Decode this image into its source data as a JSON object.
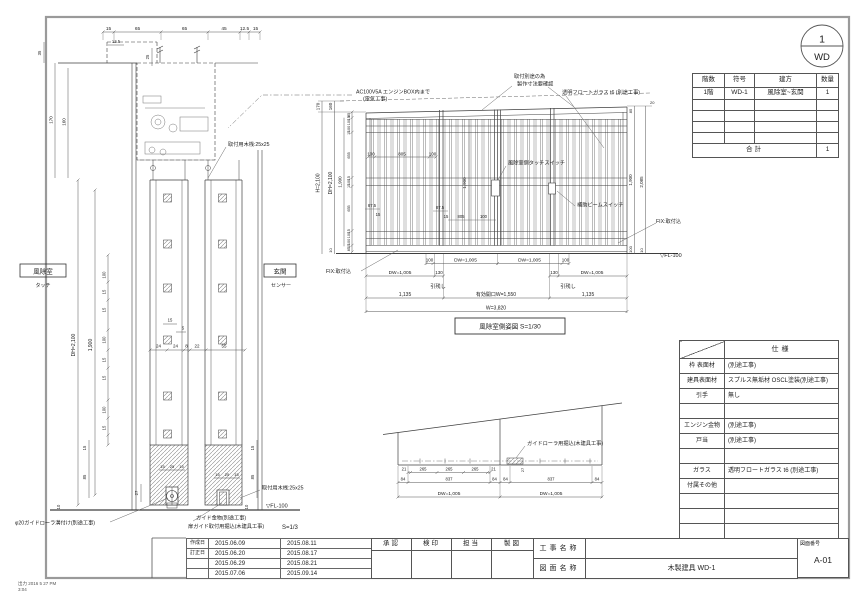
{
  "colors": {
    "frame": "#9a9a9a",
    "line": "#3f3f3f",
    "dim": "#555555"
  },
  "stamp": {
    "line1": "出力 2016 5 27 PM",
    "line2": "3:04"
  },
  "rev": {
    "num": "1",
    "code": "WD"
  },
  "schedule": {
    "h_floor": "階数",
    "h_mark": "符号",
    "h_loc": "建方",
    "h_qty": "数量",
    "r_floor": "1階",
    "r_mark": "WD-1",
    "r_loc": "風除室~玄関",
    "r_qty": "1",
    "total_label": "合計",
    "total_qty": "1"
  },
  "spec": {
    "title": "仕様",
    "rows": [
      {
        "label": "枠 表面材",
        "value": "(別途工事)"
      },
      {
        "label": "建具表面材",
        "value": "スプルス無垢材  OSCL塗装(別途工事)"
      },
      {
        "label": "引手",
        "value": "無し"
      },
      {
        "label": "",
        "value": ""
      },
      {
        "label": "エンジン金物",
        "value": "(別途工事)"
      },
      {
        "label": "戸当",
        "value": "(別途工事)"
      },
      {
        "label": "",
        "value": ""
      },
      {
        "label": "ガラス",
        "value": "透明フロートガラス t6  (別途工事)"
      },
      {
        "label": "付属その他",
        "value": ""
      },
      {
        "label": "",
        "value": ""
      },
      {
        "label": "",
        "value": ""
      },
      {
        "label": "",
        "value": ""
      }
    ]
  },
  "approval": {
    "h1": "承認",
    "h2": "検印",
    "h3": "担当",
    "h4": "製図"
  },
  "dates": {
    "rows": [
      {
        "label": "作成日",
        "d1": "2015.06.09",
        "d2": "2015.08.11"
      },
      {
        "label": "訂正日",
        "d1": "2015.06.20",
        "d2": "2015.08.17"
      },
      {
        "label": "",
        "d1": "2015.06.29",
        "d2": "2015.08.21"
      },
      {
        "label": "",
        "d1": "2015.07.06",
        "d2": "2015.09.14"
      }
    ]
  },
  "titleblock": {
    "project_label": "工事名称",
    "project_value": "",
    "drawing_label": "図面名称",
    "drawing_value": "木製建具  WD-1",
    "no_label": "図面番号",
    "no_value": "A-01"
  },
  "section": {
    "scale": "S=1/3",
    "room_left": "風除室",
    "room_left_sub": "タッチ",
    "room_right": "玄関",
    "room_right_sub": "センサー",
    "note_batten_top": "取付用木桟:25x25",
    "note_batten_bottom": "取付用木桟:25x25",
    "note_roller": "φ20ガイドローラ溝付け(別途工事)",
    "note_guide1": "ガイド金物(別途工事)",
    "note_guide2": "扉ガイド取付用掘込(木建具工事)",
    "fl": "▽FL-100",
    "dim_h2100": "DH=2,100",
    "dim_1900": "1,900",
    "top_chain": [
      "15",
      "65",
      "65",
      "45",
      "12.5",
      "15"
    ],
    "sub_125": "12.5",
    "sub_25": "25",
    "sub_35": "35",
    "sub_170": "170",
    "sub_160": "160",
    "mid_chain": [
      "24",
      "24",
      "8",
      "22",
      "55"
    ],
    "mid_15": "15",
    "mid_5": "5",
    "left_chain": [
      "100",
      "15",
      "15",
      "100",
      "15",
      "15",
      "100",
      "15"
    ],
    "rail_left": [
      "15",
      "25",
      "15"
    ],
    "rail_right": [
      "15",
      "25",
      "15"
    ],
    "d15l": "15",
    "d85l": "85",
    "d27": "27",
    "d10l": "10",
    "d15r": "15",
    "d85r": "85",
    "d10r": "10"
  },
  "elevation": {
    "caption": "風除室側姿図  S=1/30",
    "note_power1": "AC100V5A エンジンBOX内まで",
    "note_power2": "(電気工事)",
    "note_fab1": "取付別途の為",
    "note_fab2": "製作寸法要確認",
    "note_glass": "透明フロートガラス t6 (別途工事)",
    "note_touch": "風除室側タッチスイッチ",
    "note_beam": "補助ビームスイッチ",
    "note_fix_left": "FIX:取付込",
    "note_fix_right": "FIX:取付込",
    "fl": "▽FL-100",
    "left_170": "170",
    "left_h2100": "H=2,100",
    "left_160": "160",
    "left_dh2100": "DH=2,100",
    "left_10": "10",
    "left_chain": [
      "85",
      "15",
      "100",
      "100",
      "15",
      "655",
      "15",
      "100",
      "15",
      "655",
      "15",
      "100",
      "100",
      "15",
      "85"
    ],
    "dim_1900_left": "1,900",
    "right_85": "85",
    "right_20": "20",
    "dim_1900_right": "1,900",
    "dim_2085": "2,085",
    "right_100": "100",
    "right_10": "10",
    "inner_top": [
      "100",
      "805",
      "100"
    ],
    "inner_mid": [
      "87.5",
      "15",
      "87.5",
      "15",
      "805",
      "100"
    ],
    "dim_1900_center": "1,900",
    "row1": [
      "100",
      "DW=1,005",
      "DW=1,005",
      "100"
    ],
    "row2": [
      "DW=1,005",
      "130",
      "130",
      "DW=1,005"
    ],
    "pull_left": "引残し",
    "pull_right": "引残し",
    "row3": [
      "1,135",
      "有効開口W=1,550",
      "1,135"
    ],
    "row4": "W=3,820"
  },
  "plan": {
    "note": "ガイドローラ用掘込(木建具工事)",
    "d27": "27",
    "row1": [
      "21",
      "265",
      "265",
      "265",
      "21"
    ],
    "row2": [
      "84",
      "837",
      "84",
      "84",
      "837",
      "84"
    ],
    "row3": [
      "DW=1,005",
      "DW=1,005"
    ]
  }
}
